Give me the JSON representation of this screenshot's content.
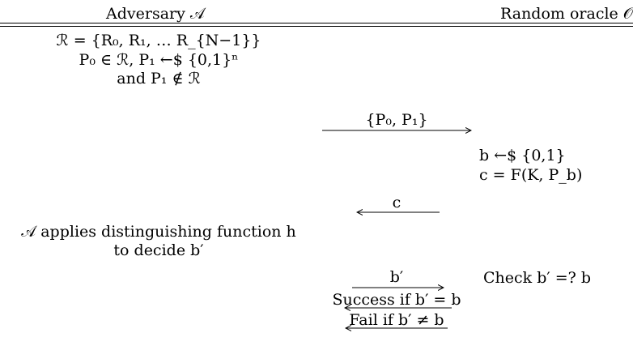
{
  "header": {
    "adversary_label": "Adversary 𝒜",
    "oracle_label": "Random oracle 𝒪"
  },
  "adversary": {
    "line1": "ℛ = {R₀, R₁, … R_{N−1}}",
    "line2": "P₀ ∈ ℛ, P₁ ←$ {0,1}ⁿ",
    "line3": "and P₁ ∉ ℛ",
    "line4": "𝒜 applies distinguishing function h",
    "line5": "to decide b′"
  },
  "messages": {
    "m1": "{P₀, P₁}",
    "m2": "c",
    "m3": "b′",
    "m4": "Success if b′ = b",
    "m5": "Fail if b′ ≠ b"
  },
  "oracle": {
    "line1": "b ←$ {0,1}",
    "line2": "c = F(K, P_b)",
    "check": "Check b′ =? b"
  }
}
